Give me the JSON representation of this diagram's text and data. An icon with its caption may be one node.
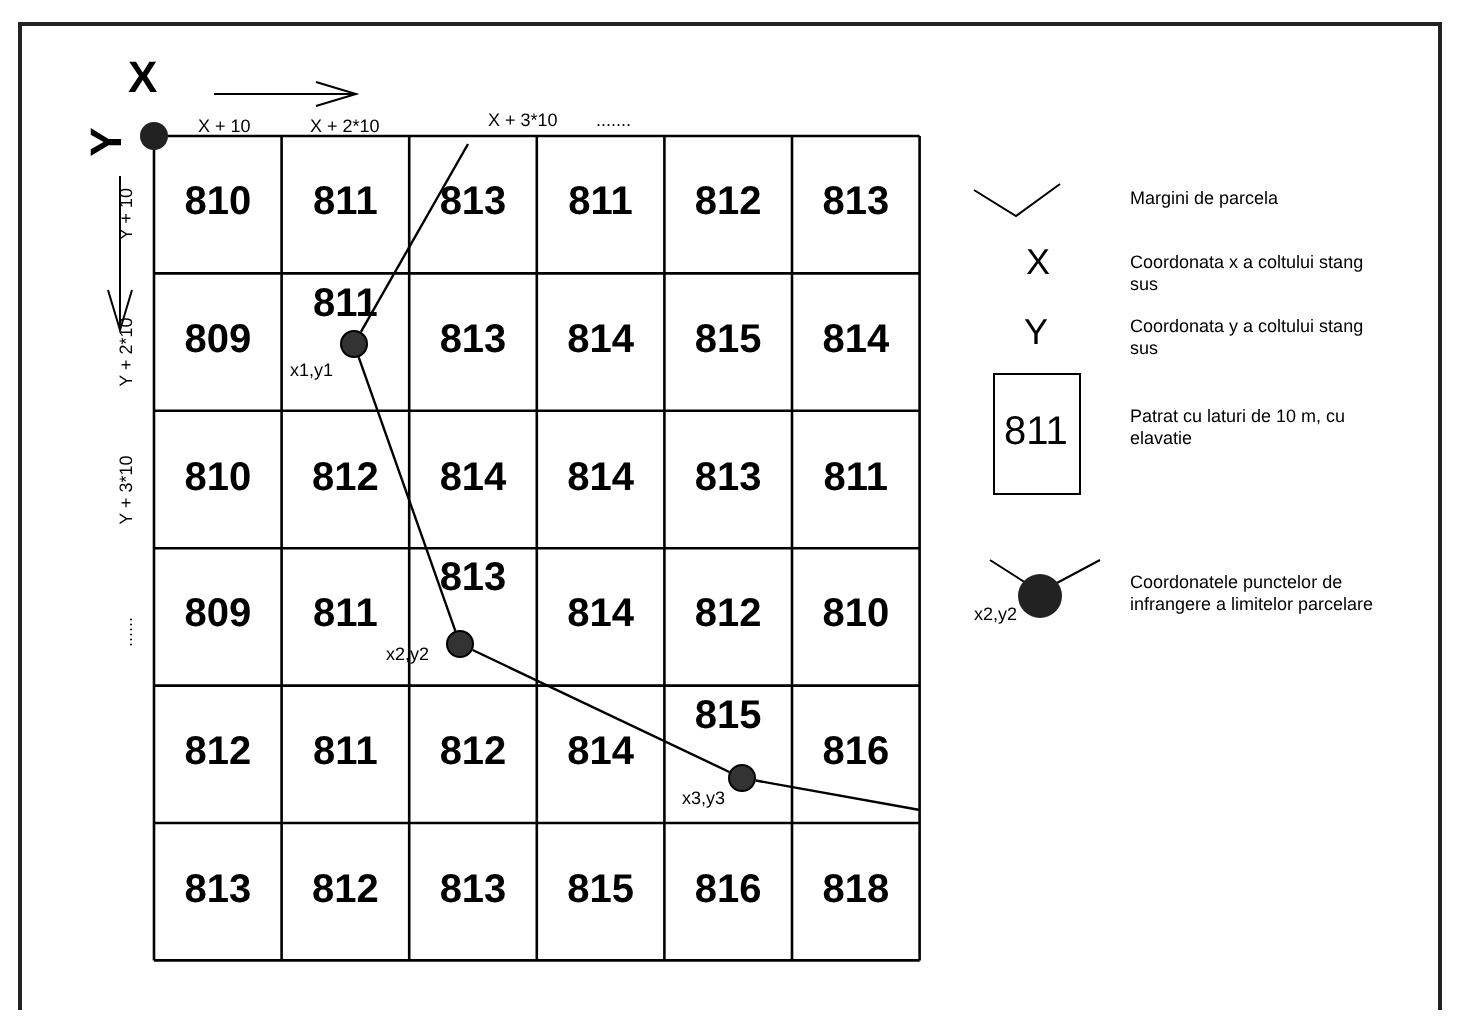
{
  "diagram": {
    "nodes": [
      {
        "text": [],
        "shape": "circle",
        "beside": [
          "x1,y1"
        ]
      },
      {
        "text": [],
        "shape": "circle",
        "beside": [
          "x2,y2"
        ]
      },
      {
        "text": [],
        "shape": "circle",
        "beside": [
          "x3,y3"
        ]
      }
    ],
    "edges": [
      {
        "from": null,
        "to": 0,
        "arrow": "none"
      },
      {
        "from": 0,
        "to": 1,
        "arrow": "none"
      },
      {
        "from": 1,
        "to": 2,
        "arrow": "none"
      },
      {
        "from": 2,
        "to": null,
        "arrow": "none"
      }
    ],
    "labels": [
      "X",
      "Y",
      "X + 10",
      "X + 2*10",
      "X + 3*10",
      ".......",
      "Y + 10",
      "Y + 2*10",
      "Y + 3*10",
      "......",
      "810",
      "811",
      "813",
      "811",
      "812",
      "813",
      "809",
      "811",
      "813",
      "814",
      "815",
      "814",
      "810",
      "812",
      "814",
      "814",
      "813",
      "811",
      "809",
      "811",
      "813",
      "814",
      "812",
      "810",
      "812",
      "811",
      "812",
      "814",
      "815",
      "816",
      "813",
      "812",
      "813",
      "815",
      "816",
      "818",
      "X",
      "Y",
      "811",
      "x2,y2"
    ],
    "legend": [
      {
        "text": "Margini de parcela"
      },
      {
        "text": "Coordonata x a coltului stang sus"
      },
      {
        "text": "Coordonata y a coltului stang sus"
      },
      {
        "text": "Patrat cu laturi de 10 m, cu elavatie"
      },
      {
        "text": "Coordonatele punctelor de infrangere a limitelor parcelare"
      }
    ]
  }
}
